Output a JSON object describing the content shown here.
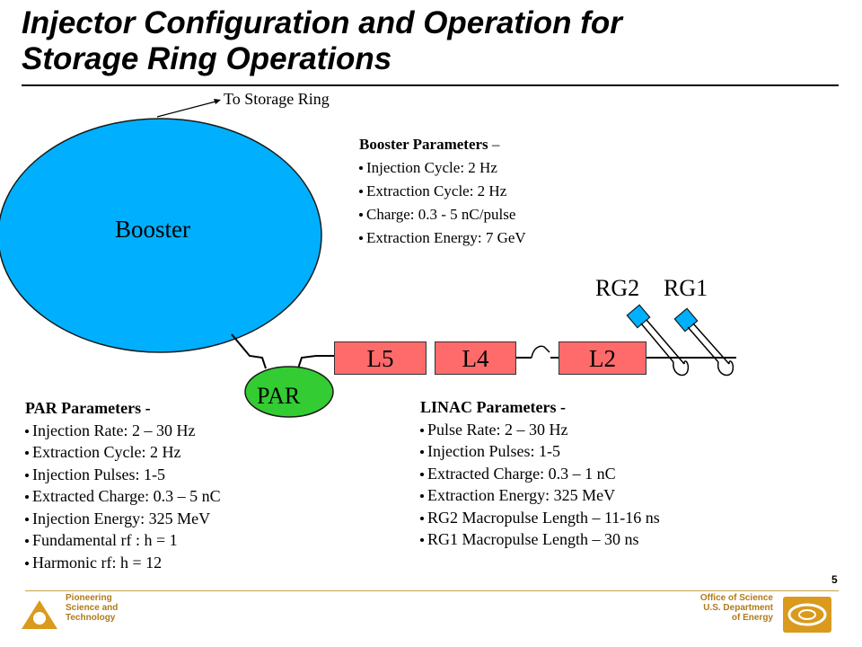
{
  "title": {
    "line1": "Injector Configuration and Operation for",
    "line2": "Storage Ring Operations"
  },
  "diagram": {
    "to_storage_ring": "To Storage Ring",
    "booster": "Booster",
    "par": "PAR",
    "linac_sections": [
      "L5",
      "L4",
      "L2"
    ],
    "rf_guns": [
      "RG2",
      "RG1"
    ],
    "colors": {
      "booster": "#00b0ff",
      "par": "#33cc33",
      "linac": "#ff6b6b",
      "rf_gun": "#00b0ff"
    }
  },
  "booster_params": {
    "heading": "Booster Parameters",
    "heading_suffix": " –",
    "items": [
      "Injection Cycle: 2 Hz",
      "Extraction Cycle: 2 Hz",
      "Charge: 0.3 - 5 nC/pulse",
      "Extraction Energy:  7 GeV"
    ]
  },
  "par_params": {
    "heading": "PAR Parameters -",
    "items": [
      "Injection Rate: 2 – 30 Hz",
      "Extraction Cycle: 2 Hz",
      "Injection Pulses: 1-5",
      "Extracted Charge: 0.3 – 5 nC",
      "Injection Energy:  325 MeV",
      "Fundamental rf : h = 1",
      "Harmonic rf:  h = 12"
    ]
  },
  "linac_params": {
    "heading": "LINAC Parameters -",
    "items": [
      "Pulse Rate: 2 – 30 Hz",
      "Injection Pulses: 1-5",
      "Extracted Charge: 0.3 – 1 nC",
      "Extraction Energy:  325 MeV",
      "RG2 Macropulse Length – 11-16 ns",
      "RG1 Macropulse Length – 30 ns"
    ]
  },
  "footer": {
    "left_lines": [
      "Pioneering",
      "Science and",
      "Technology"
    ],
    "right_lines": [
      "Office of Science",
      "U.S. Department",
      "of Energy"
    ],
    "page_number": "5"
  }
}
